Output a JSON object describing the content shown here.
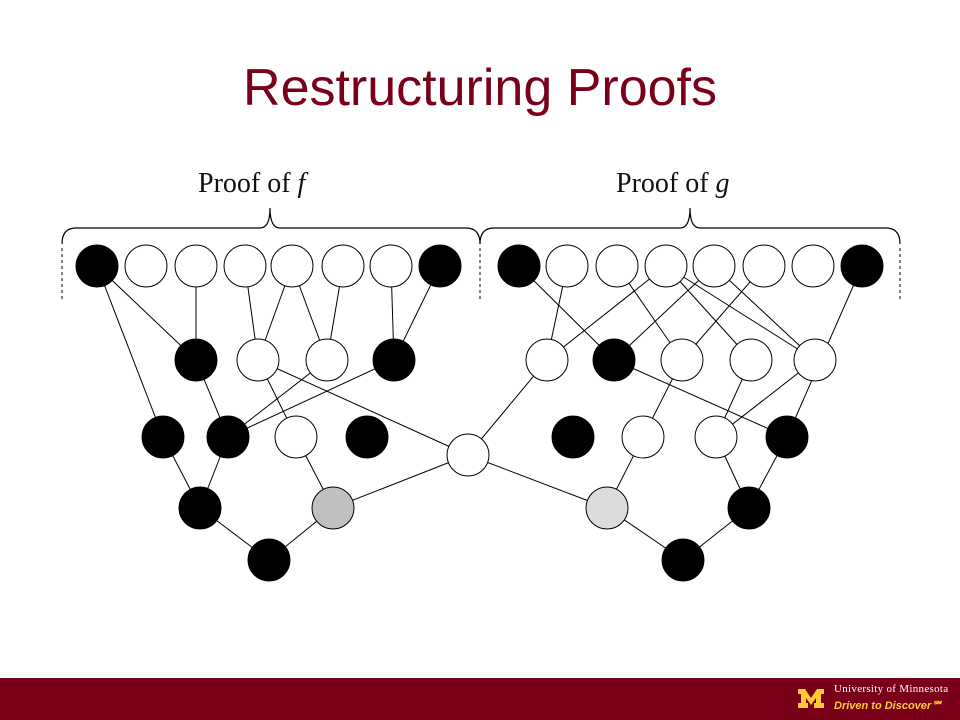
{
  "slide": {
    "title": "Restructuring Proofs"
  },
  "diagram": {
    "left_label_prefix": "Proof of ",
    "left_label_var": "f",
    "right_label_prefix": "Proof of ",
    "right_label_var": "g",
    "colors": {
      "filled": "#000000",
      "empty": "#ffffff",
      "gray_dark": "#c0c0c0",
      "gray_light": "#dcdcdc",
      "stroke": "#000000"
    }
  },
  "footer": {
    "university": "University of Minnesota",
    "tagline": "Driven to Discover℠",
    "colors": {
      "maroon": "#7a0019",
      "gold": "#ffcc33"
    }
  }
}
